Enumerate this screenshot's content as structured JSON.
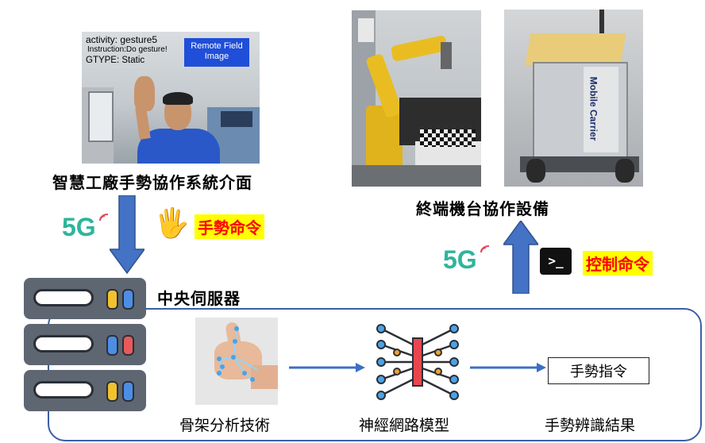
{
  "interface_photo": {
    "activity": "activity: gesture5",
    "instruction": "Instruction:Do gesture!",
    "gtype": "GTYPE:  Static",
    "remote_field_line1": "Remote Field",
    "remote_field_line2": "Image"
  },
  "labels": {
    "interface_caption": "智慧工廠手勢協作系統介面",
    "terminal_caption": "終端機台協作設備",
    "server_caption": "中央伺服器",
    "gesture_command": "手勢命令",
    "control_command": "控制命令",
    "fiveg_left": "5G",
    "fiveg_right": "5G",
    "carrier_text": "Mobile Carrier"
  },
  "pipeline": {
    "step1": "骨架分析技術",
    "step2": "神經網路模型",
    "step3": "手勢辨識結果",
    "result_box": "手勢指令"
  },
  "colors": {
    "arrow_fill": "#4472c4",
    "highlight_bg": "#ffff00",
    "highlight_text": "#ff0000",
    "fiveg": "#2eb59b",
    "pipeline_border": "#3b5fa7"
  }
}
